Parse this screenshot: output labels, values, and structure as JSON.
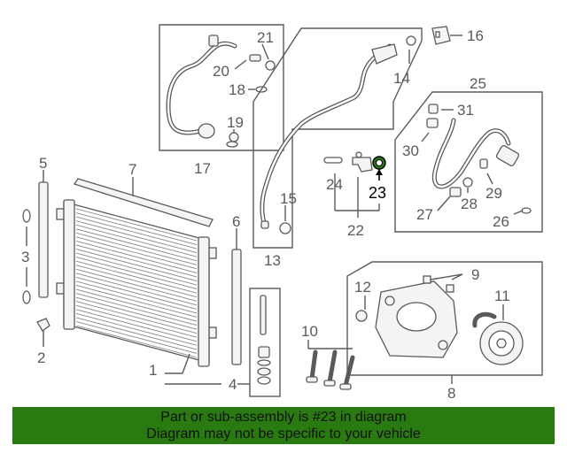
{
  "callouts": {
    "n1": "1",
    "n2": "2",
    "n3": "3",
    "n4": "4",
    "n5": "5",
    "n6": "6",
    "n7": "7",
    "n8": "8",
    "n9": "9",
    "n10": "10",
    "n11": "11",
    "n12": "12",
    "n13": "13",
    "n14": "14",
    "n15": "15",
    "n16": "16",
    "n17": "17",
    "n18": "18",
    "n19": "19",
    "n20": "20",
    "n21": "21",
    "n22": "22",
    "n23": "23",
    "n24": "24",
    "n25": "25",
    "n26": "26",
    "n27": "27",
    "n28": "28",
    "n29": "29",
    "n30": "30",
    "n31": "31"
  },
  "highlighted_part": "23",
  "highlight_color": "#2a7a12",
  "footer": {
    "line1": "Part or sub-assembly is #23 in diagram",
    "line2": "Diagram may not be specific to your vehicle"
  }
}
